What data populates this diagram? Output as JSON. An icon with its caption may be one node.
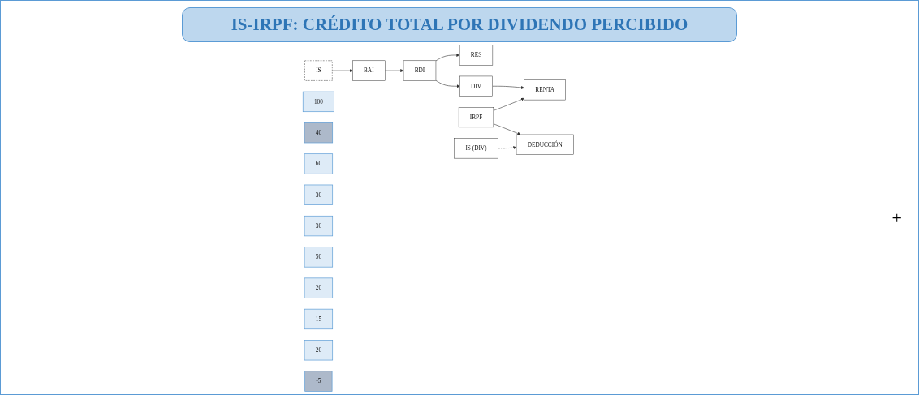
{
  "diagram": {
    "title": "IS-IRPF: CRÉDITO TOTAL POR DIVIDENDO PERCIBIDO",
    "nodes": [
      {
        "text": [
          "BAI"
        ]
      },
      {
        "text": [
          "IS"
        ]
      },
      {
        "text": [
          "BDI"
        ]
      },
      {
        "text": [
          "RES"
        ]
      },
      {
        "text": [
          "DIV"
        ]
      },
      {
        "text": [
          "RENTA"
        ]
      },
      {
        "text": [
          "IS (DIV)"
        ]
      },
      {
        "text": [
          "IRPF"
        ]
      },
      {
        "text": [
          "DEDUCCIÓN"
        ]
      },
      {
        "text": [
          "100"
        ]
      },
      {
        "text": [
          "40"
        ]
      },
      {
        "text": [
          "60"
        ]
      },
      {
        "text": [
          "30"
        ]
      },
      {
        "text": [
          "30"
        ]
      },
      {
        "text": [
          "50"
        ]
      },
      {
        "text": [
          "20"
        ]
      },
      {
        "text": [
          "15"
        ]
      },
      {
        "text": [
          "20"
        ]
      },
      {
        "text": [
          "-5"
        ]
      }
    ],
    "edges": [
      {
        "from": 0,
        "to": 2,
        "arrow": "to"
      },
      {
        "from": 1,
        "to": 0,
        "arrow": "to"
      },
      {
        "from": 2,
        "to": 3,
        "arrow": "to"
      },
      {
        "from": 2,
        "to": 4,
        "arrow": "to"
      },
      {
        "from": 4,
        "to": 5,
        "arrow": "to"
      },
      {
        "from": 7,
        "to": 5,
        "arrow": "to"
      },
      {
        "from": 7,
        "to": 8,
        "arrow": "to"
      },
      {
        "from": 6,
        "to": 8,
        "arrow": "to",
        "style": "dashed"
      }
    ],
    "labels": [
      "+"
    ]
  }
}
